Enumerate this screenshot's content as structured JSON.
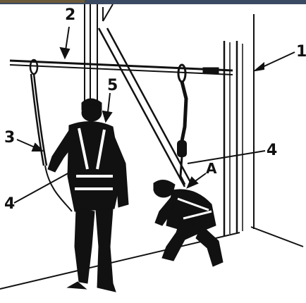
{
  "colors": {
    "ink": "#111111",
    "paper": "#ffffff",
    "top_strip": "#3a4a63"
  },
  "callouts": {
    "c1": "1",
    "c2": "2",
    "c3": "3",
    "c4_left": "4",
    "c4_right": "4",
    "c5": "5",
    "cA": "A"
  },
  "parts": {
    "workers": 2,
    "lanyards": 2,
    "anchor_line": 1,
    "column": 1,
    "diagonal_brace": 1
  }
}
